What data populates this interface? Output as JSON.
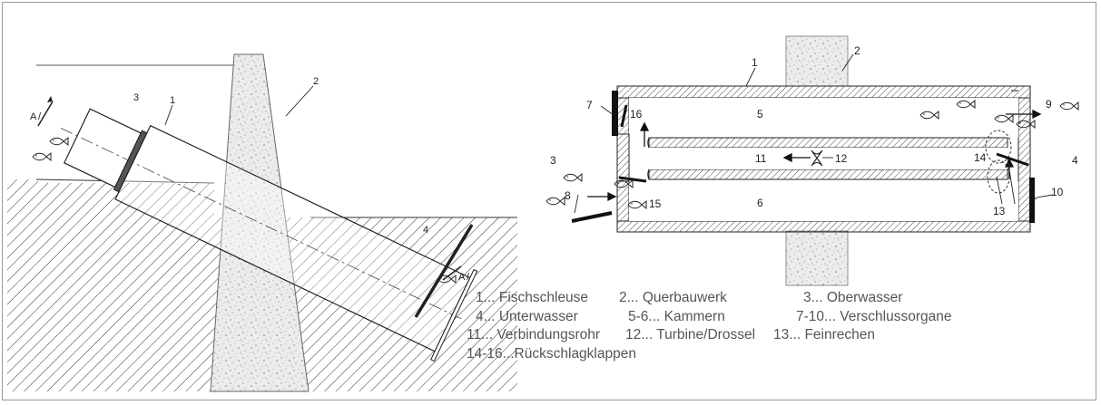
{
  "left_view": {
    "labels": {
      "n1": "1",
      "n2": "2",
      "n3": "3",
      "n4": "4",
      "section_a_top": "A",
      "section_a_bottom": "A"
    }
  },
  "right_view": {
    "labels": {
      "n1": "1",
      "n2": "2",
      "n3": "3",
      "n4": "4",
      "n5": "5",
      "n6": "6",
      "n7": "7",
      "n8": "8",
      "n9": "9",
      "n10": "10",
      "n11": "11",
      "n12": "12",
      "n13": "13",
      "n14": "14",
      "n15": "15",
      "n16": "16"
    }
  },
  "legend": {
    "row1": {
      "a": "1... Fischschleuse",
      "b": "2... Querbauwerk",
      "c": "3... Oberwasser"
    },
    "row2": {
      "a": "4... Unterwasser",
      "b": "5-6... Kammern",
      "c": "7-10... Verschlussorgane"
    },
    "row3": {
      "a": "11... Verbindungsrohr",
      "b": "12... Turbine/Drossel",
      "c": "13... Feinrechen"
    },
    "row4": {
      "a": "14-16...Rückschlagklappen"
    }
  }
}
